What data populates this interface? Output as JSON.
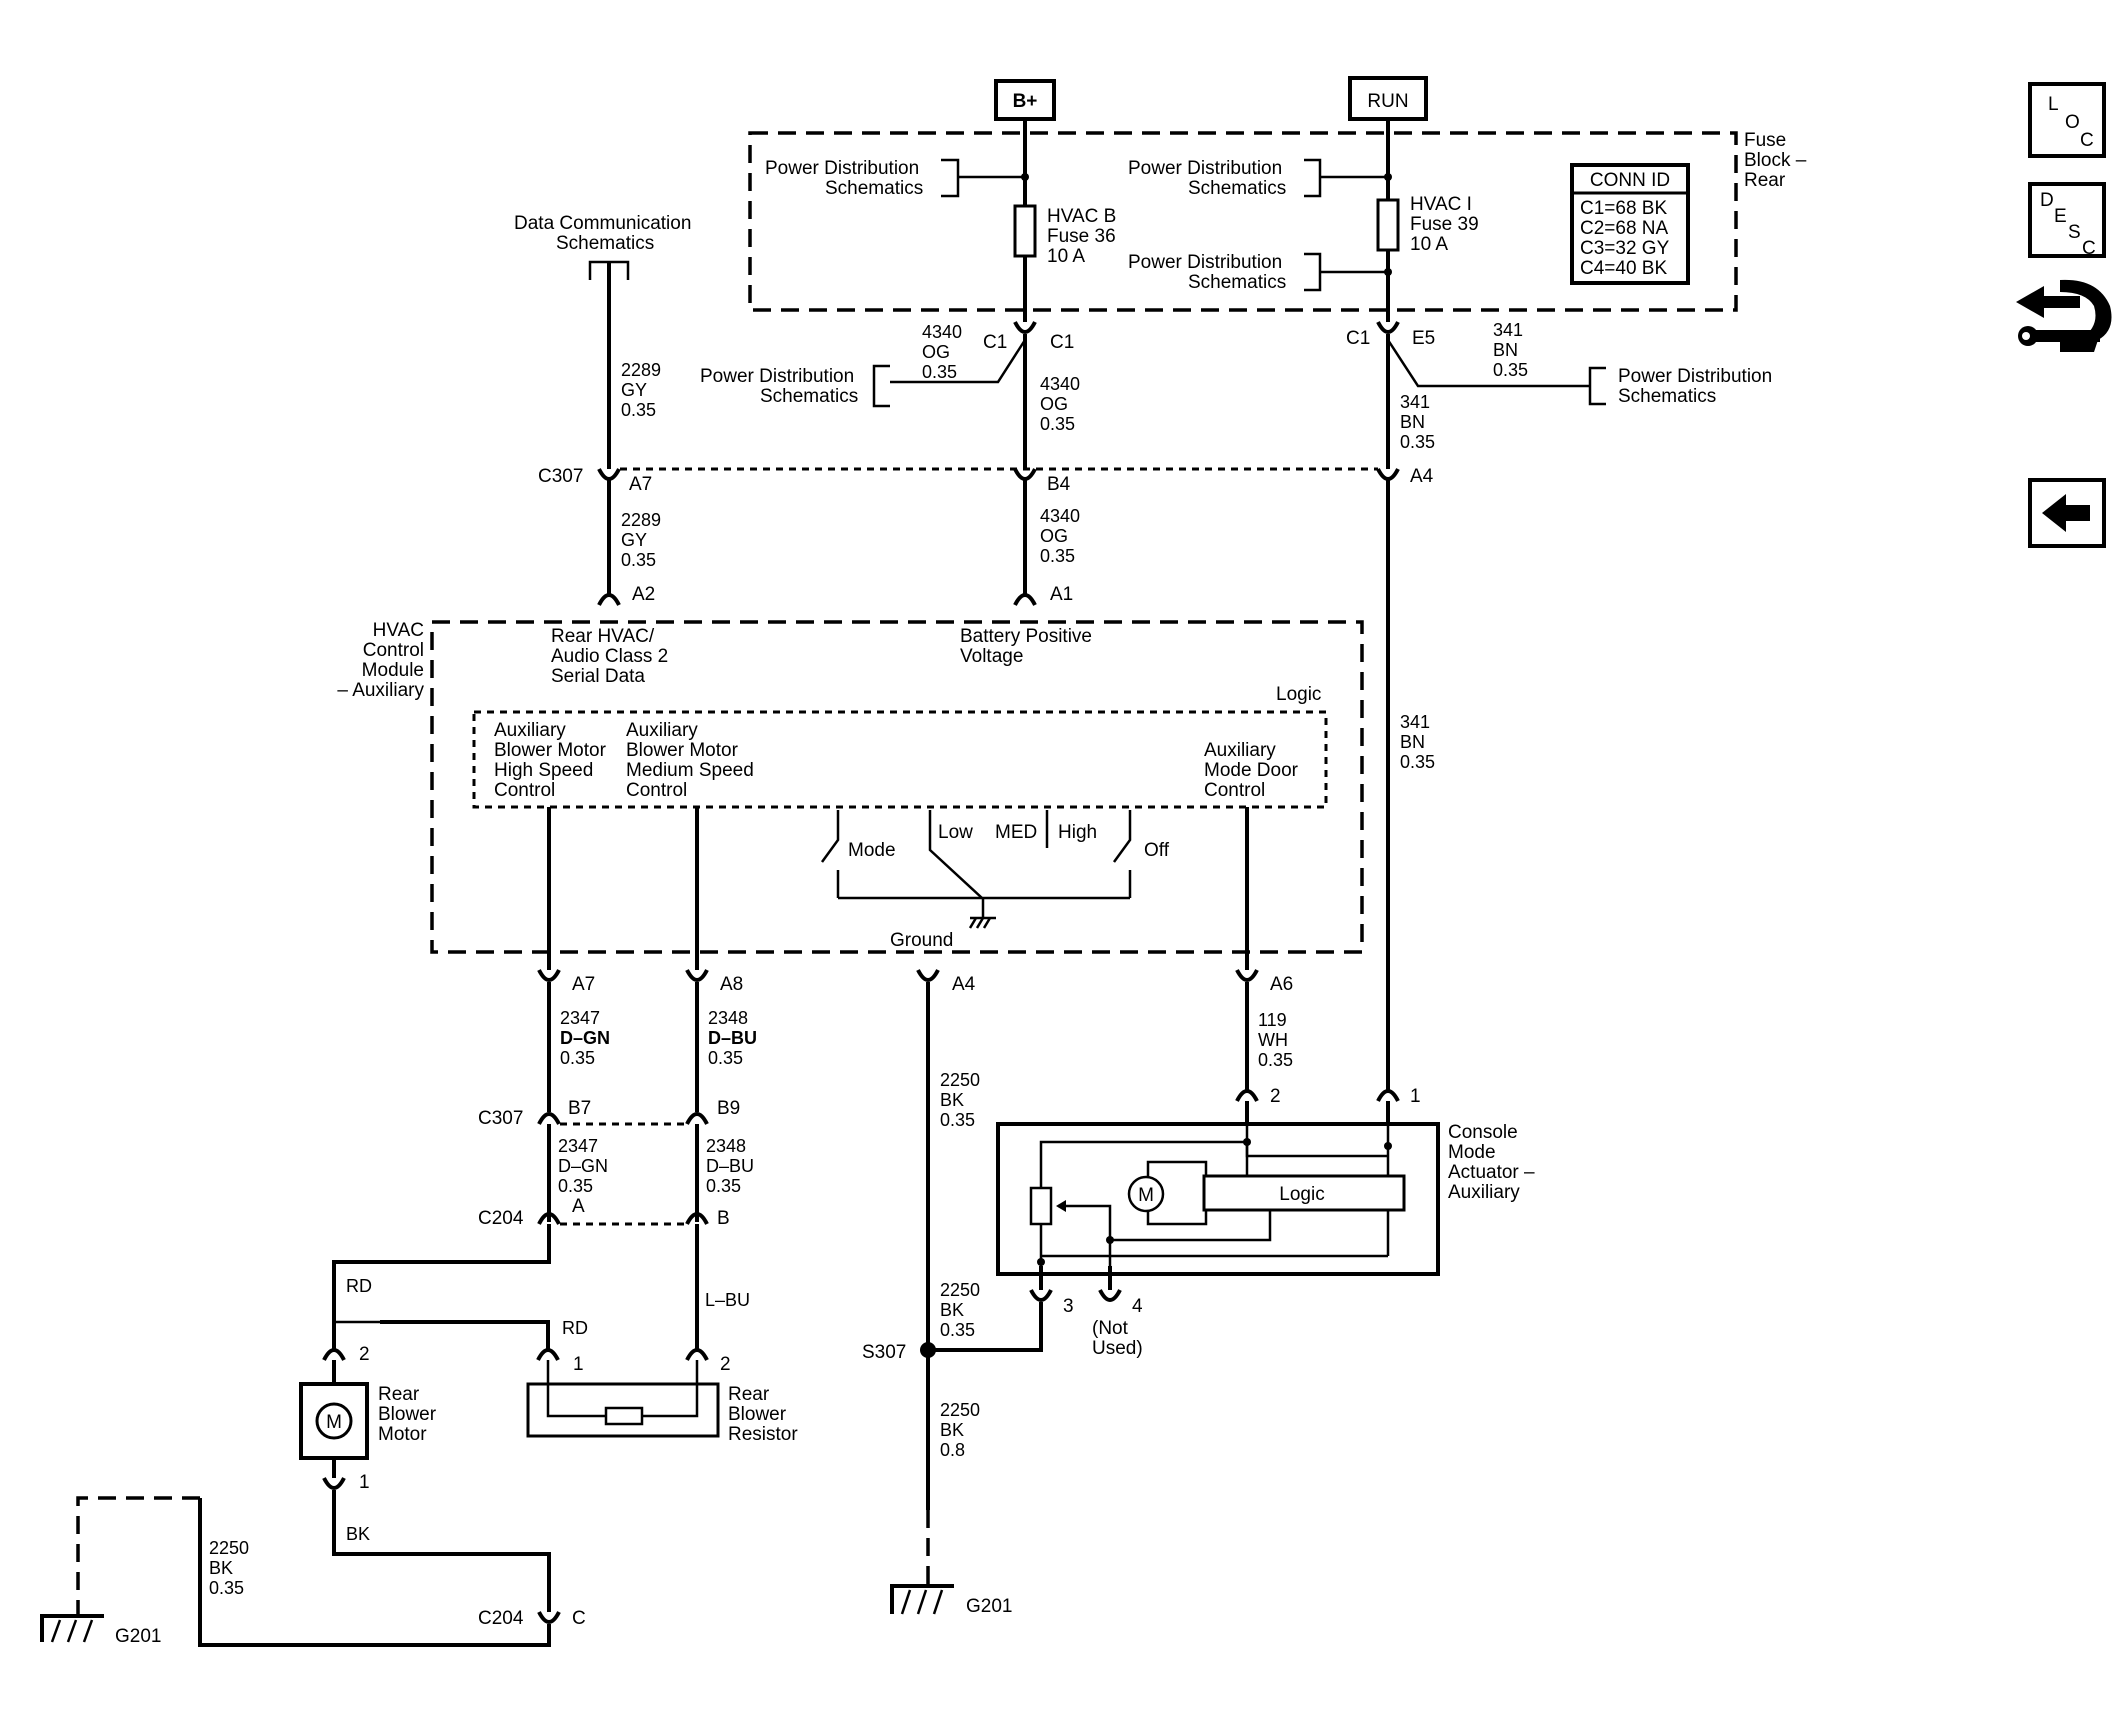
{
  "power": {
    "bplus": "B+",
    "run": "RUN"
  },
  "fuse_block": {
    "label": [
      "Fuse",
      "Block –",
      "Rear"
    ],
    "hvac_b": [
      "HVAC B",
      "Fuse 36",
      "10 A"
    ],
    "hvac_i": [
      "HVAC I",
      "Fuse 39",
      "10 A"
    ],
    "conn_id": {
      "title": "CONN ID",
      "rows": [
        "C1=68 BK",
        "C2=68 NA",
        "C3=32 GY",
        "C4=40 BK"
      ]
    }
  },
  "refs": {
    "power_distribution": [
      "Power Distribution",
      "Schematics"
    ],
    "data_communication": [
      "Data Communication",
      "Schematics"
    ]
  },
  "wires": {
    "w4340": [
      "4340",
      "OG",
      "0.35"
    ],
    "w341": [
      "341",
      "BN",
      "0.35"
    ],
    "w2289": [
      "2289",
      "GY",
      "0.35"
    ],
    "w2347": [
      "2347",
      "D–GN",
      "0.35"
    ],
    "w2348": [
      "2348",
      "D–BU",
      "0.35"
    ],
    "w2250": [
      "2250",
      "BK",
      "0.35"
    ],
    "w2250_08": [
      "2250",
      "BK",
      "0.8"
    ],
    "w119": [
      "119",
      "WH",
      "0.35"
    ],
    "rd": "RD",
    "lbu": "L–BU",
    "bk": "BK"
  },
  "connectors": {
    "c1": "C1",
    "c307": "C307",
    "c204": "C204",
    "s307": "S307",
    "g201": "G201",
    "e5": "E5",
    "a7": "A7",
    "b4": "B4",
    "a4": "A4",
    "a2": "A2",
    "a1": "A1",
    "a8": "A8",
    "a6": "A6",
    "b7": "B7",
    "b9": "B9",
    "a": "A",
    "b": "B",
    "c": "C",
    "p1": "1",
    "p2": "2",
    "p3": "3",
    "p4": "4"
  },
  "hvac_module": {
    "label": [
      "HVAC",
      "Control",
      "Module",
      "– Auxiliary"
    ],
    "rear_serial": [
      "Rear HVAC/",
      "Audio Class 2",
      "Serial Data"
    ],
    "battery_positive": [
      "Battery Positive",
      "Voltage"
    ],
    "logic": "Logic",
    "high_speed": [
      "Auxiliary",
      "Blower Motor",
      "High Speed",
      "Control"
    ],
    "medium_speed": [
      "Auxiliary",
      "Blower Motor",
      "Medium Speed",
      "Control"
    ],
    "mode_door": [
      "Auxiliary",
      "Mode Door",
      "Control"
    ],
    "switch": {
      "mode": "Mode",
      "low": "Low",
      "med": "MED",
      "high": "High",
      "off": "Off"
    },
    "ground": "Ground"
  },
  "actuator": {
    "label": [
      "Console",
      "Mode",
      "Actuator –",
      "Auxiliary"
    ],
    "logic": "Logic",
    "motor": "M",
    "not_used": [
      "(Not",
      "Used)"
    ]
  },
  "blower": {
    "motor_label": [
      "Rear",
      "Blower",
      "Motor"
    ],
    "motor_symbol": "M",
    "resistor_label": [
      "Rear",
      "Blower",
      "Resistor"
    ]
  },
  "nav": {
    "loc": {
      "l": "L",
      "o": "O",
      "c": "C"
    },
    "desc": {
      "d": "D",
      "e": "E",
      "s": "S",
      "c": "C"
    }
  }
}
